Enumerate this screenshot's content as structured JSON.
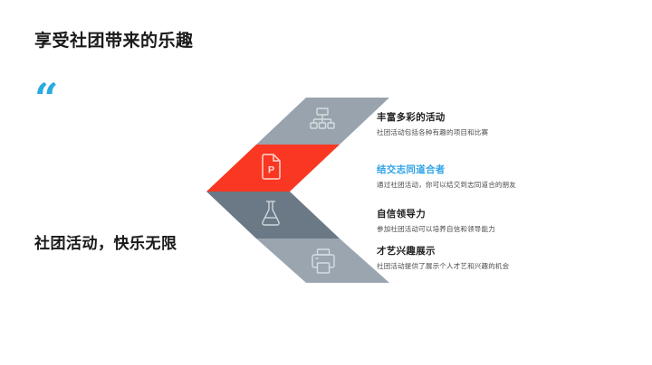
{
  "slide": {
    "title": "享受社团带来的乐趣",
    "quote_glyph": "“",
    "subtitle": "社团活动，快乐无限",
    "background": "#ffffff"
  },
  "colors": {
    "accent_blue": "#29abe2",
    "highlight_red": "#f93722",
    "band_1": "#98a3ad",
    "band_2": "#f93722",
    "band_3": "#6b7986",
    "band_4": "#9aa5b0",
    "title_text": "#1a1a1a",
    "body_text": "#4a4a4a"
  },
  "chevron": {
    "name": "left-pointing-chevron-diagram",
    "bands": [
      {
        "index": 1,
        "color": "#98a3ad",
        "icon": "sitemap-icon",
        "highlighted": false
      },
      {
        "index": 2,
        "color": "#f93722",
        "icon": "file-presentation-icon",
        "highlighted": true
      },
      {
        "index": 3,
        "color": "#6b7986",
        "icon": "flask-icon",
        "highlighted": false
      },
      {
        "index": 4,
        "color": "#9aa5b0",
        "icon": "printer-icon",
        "highlighted": false
      }
    ]
  },
  "items": [
    {
      "title": "丰富多彩的活动",
      "desc": "社团活动包括各种有趣的项目和比赛",
      "highlighted": false,
      "icon": "sitemap-icon"
    },
    {
      "title": "结交志同道合者",
      "desc": "通过社团活动，你可以结交到志同道合的朋友",
      "highlighted": true,
      "icon": "file-presentation-icon"
    },
    {
      "title": "自信领导力",
      "desc": "参加社团活动可以培养自信和领导能力",
      "highlighted": false,
      "icon": "flask-icon"
    },
    {
      "title": "才艺兴趣展示",
      "desc": "社团活动提供了展示个人才艺和兴趣的机会",
      "highlighted": false,
      "icon": "printer-icon"
    }
  ]
}
